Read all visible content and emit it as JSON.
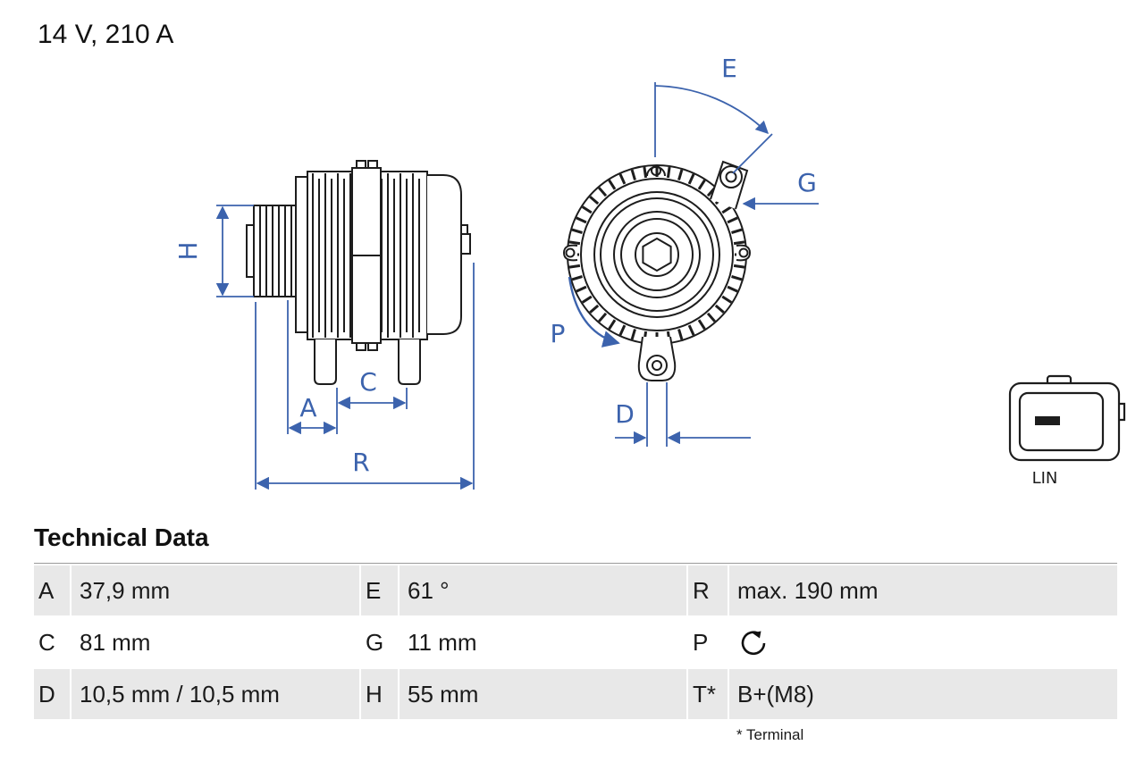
{
  "header": {
    "title": "14 V, 210 A"
  },
  "diagram": {
    "labels": {
      "h": "H",
      "a": "A",
      "c": "C",
      "r": "R",
      "e": "E",
      "g": "G",
      "p": "P",
      "d": "D"
    },
    "connector_label": "LIN",
    "dimension_color": "#3c63ad",
    "line_color": "#1d1d1d"
  },
  "table": {
    "title": "Technical Data",
    "footnote": "* Terminal",
    "row_shading": "#e8e8e8",
    "rows": [
      {
        "cells": [
          {
            "key": "A",
            "value": "37,9 mm"
          },
          {
            "key": "E",
            "value": "61 °"
          },
          {
            "key": "R",
            "value": "max. 190 mm"
          }
        ]
      },
      {
        "cells": [
          {
            "key": "C",
            "value": "81 mm"
          },
          {
            "key": "G",
            "value": "11 mm"
          },
          {
            "key": "P",
            "value": "",
            "icon": "rotation-direction-icon"
          }
        ]
      },
      {
        "cells": [
          {
            "key": "D",
            "value": "10,5 mm / 10,5 mm"
          },
          {
            "key": "H",
            "value": "55 mm"
          },
          {
            "key": "T*",
            "value": "B+(M8)"
          }
        ]
      }
    ]
  }
}
